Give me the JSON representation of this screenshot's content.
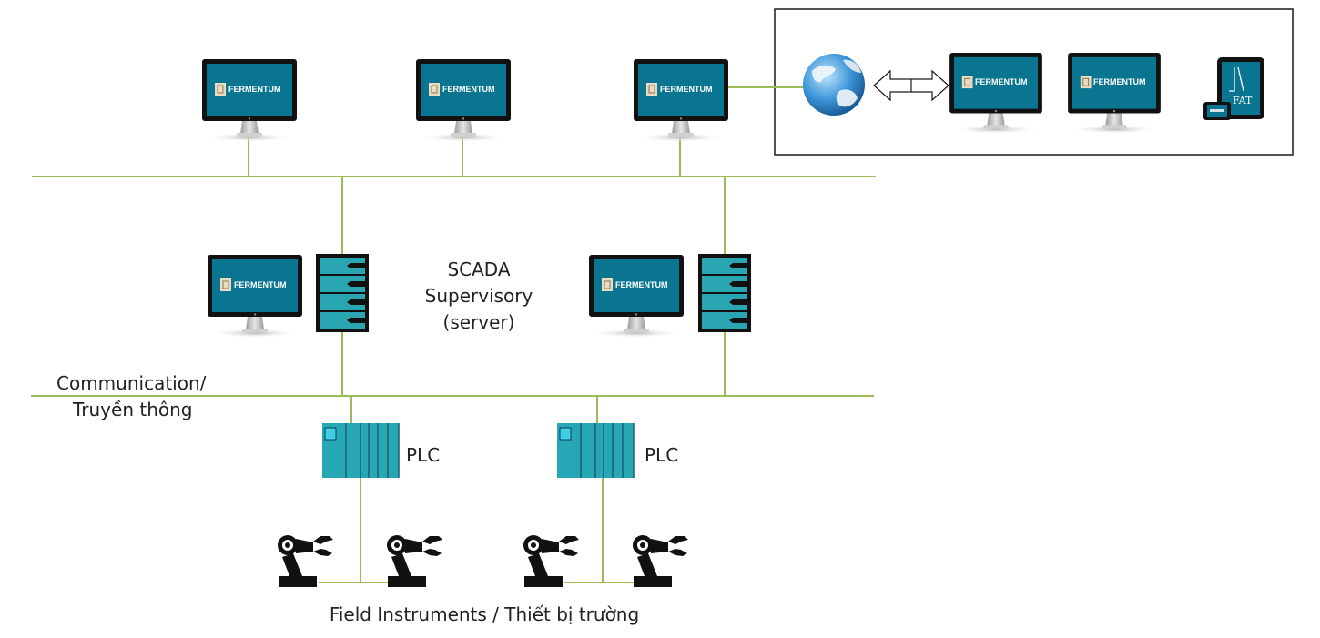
{
  "brand": {
    "name": "FERMENTUM"
  },
  "labels": {
    "scada_line1": "SCADA",
    "scada_line2": "Supervisory",
    "scada_line3": "(server)",
    "comm_line1": "Communication/",
    "comm_line2": "Truyền thông",
    "plc_left": "PLC",
    "plc_right": "PLC",
    "field": "Field Instruments / Thiết bị trường",
    "tablet": "FAT"
  },
  "colors": {
    "network_line": "#9bbb59",
    "screen": "#0a7591",
    "plc": "#27a7b5",
    "server": "#2aa6b2",
    "frame": "#1a1a1a"
  },
  "icons": {
    "monitor": "monitor-icon",
    "server": "server-rack-icon",
    "plc": "plc-rack-icon",
    "robot": "robot-arm-icon",
    "globe": "globe-icon",
    "arrow": "double-arrow-icon",
    "tablet": "tablet-icon",
    "phone": "phone-icon"
  }
}
